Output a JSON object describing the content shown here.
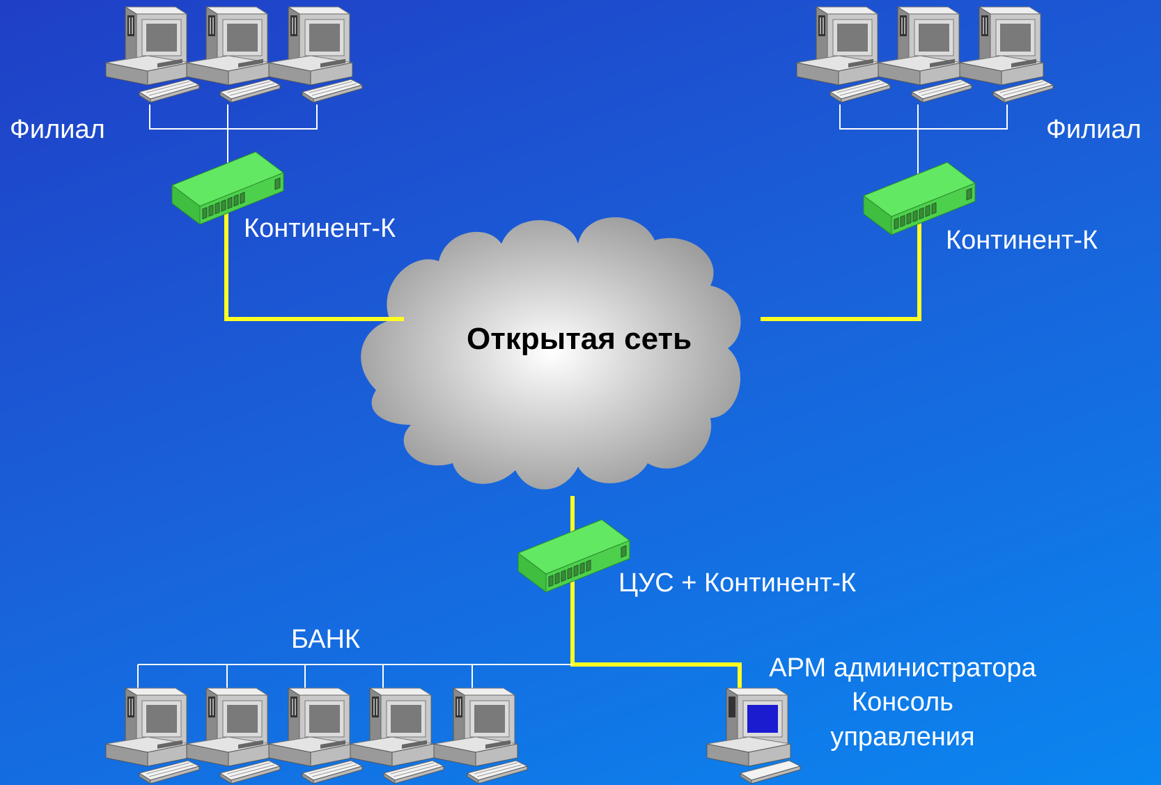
{
  "diagram": {
    "cloud_label": "Открытая сеть",
    "branch_left": {
      "name": "Филиал",
      "gateway": "Континент-К"
    },
    "branch_right": {
      "name": "Филиал",
      "gateway": "Континент-К"
    },
    "hq": {
      "name": "БАНК",
      "gateway": "ЦУС + Континент-К",
      "admin_lines": [
        "АРМ администратора",
        "Консоль",
        "управления"
      ]
    },
    "colors": {
      "background_start": "#1f3fc6",
      "background_end": "#0a86f0",
      "tunnel_line": "#ffff22",
      "lan_line": "#ffffff",
      "gateway_device": "#5ee65e",
      "cloud": "#c8c8c8"
    },
    "icons": [
      "workstation-icon",
      "crypto-gateway-icon",
      "cloud-icon",
      "admin-workstation-icon"
    ]
  }
}
